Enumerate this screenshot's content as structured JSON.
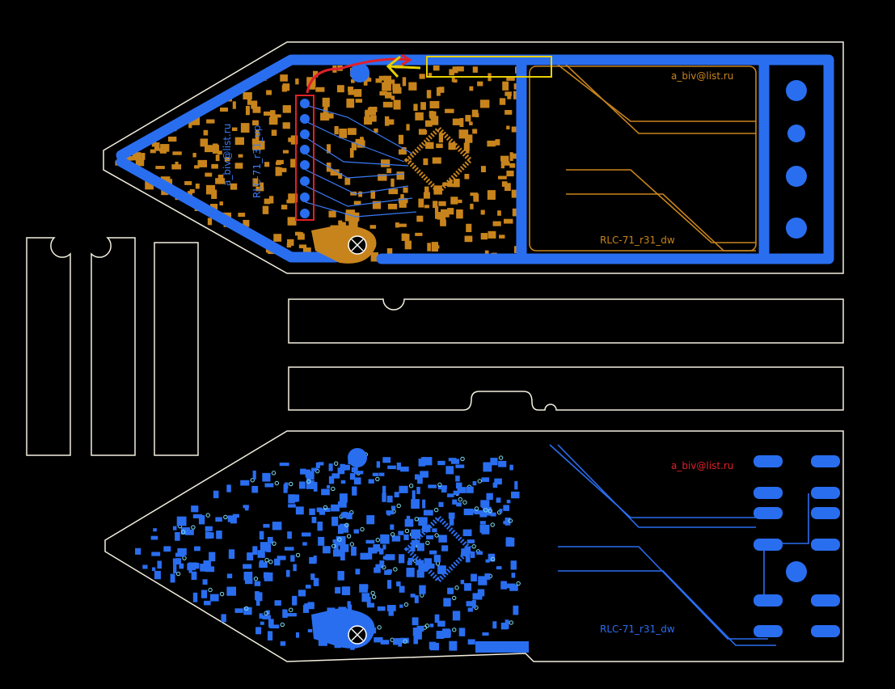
{
  "top_board": {
    "email_label": "a_biv@list.ru",
    "version_label": "RLC-71_r31_dw",
    "mirrored_email_label": "a_biv@list.ru",
    "mirrored_version_label": "RLC-71_r31_up",
    "copper_color": "#c8841c",
    "trace_color": "#2a6ef0"
  },
  "bottom_board": {
    "email_label": "a_biv@list.ru",
    "version_label": "RLC-71_r31_dw",
    "copper_color": "#2a6ef0",
    "email_color": "#e0202a"
  },
  "colors": {
    "outline": "#f4f0e0",
    "highlight_yellow": "#e8d000",
    "highlight_red": "#e0202a",
    "via": "#7fe0f0"
  }
}
